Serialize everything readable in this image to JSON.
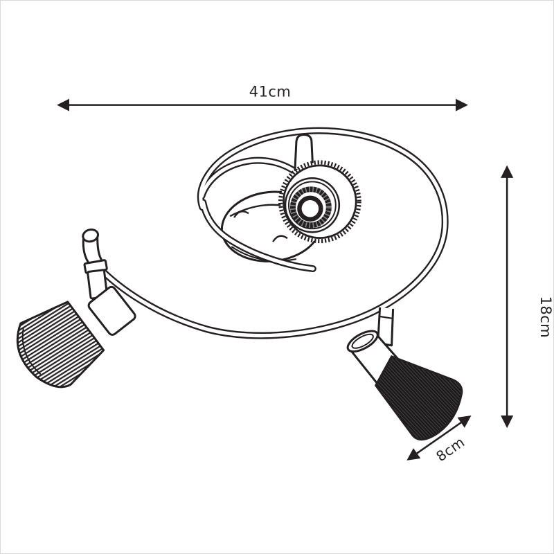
{
  "diagram": {
    "dimension_labels": {
      "width": "41cm",
      "height": "18cm",
      "head": "8cm"
    },
    "colors": {
      "ink": "#242021",
      "background": "#ffffff",
      "frame_border": "#d8d8d8"
    }
  }
}
